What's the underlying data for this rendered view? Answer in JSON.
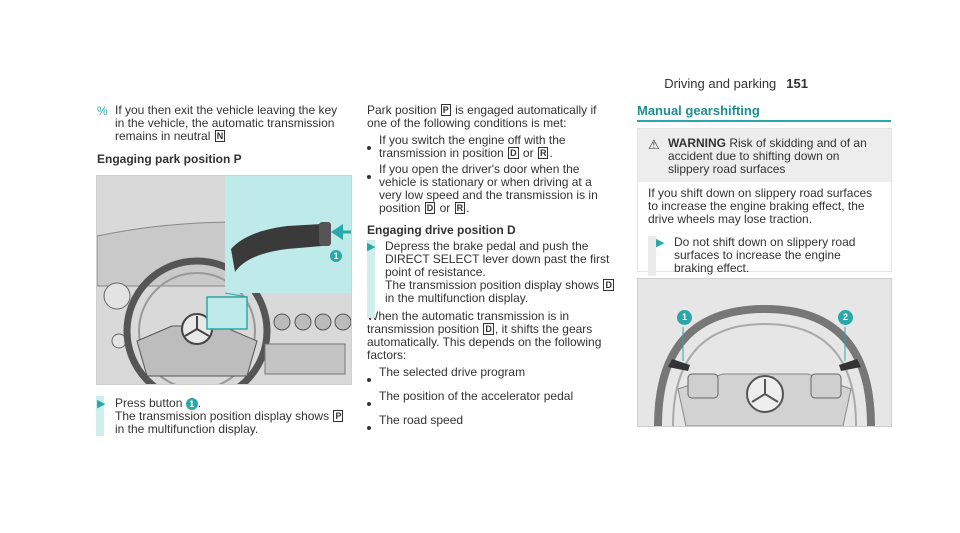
{
  "header": {
    "section": "Driving and parking",
    "page": "151"
  },
  "col1": {
    "note_symbol": "%",
    "note_text": "If you then exit the vehicle leaving the key in the vehicle, the automatic transmission remains in neutral",
    "note_gear": "N",
    "heading": "Engaging park position P",
    "figure": {
      "callout": "1"
    },
    "step_text": "Press button",
    "step_callout": "1",
    "step_text2": ".",
    "step_result": "The transmission position display shows",
    "step_gear": "P",
    "step_result2": "in the multifunction display."
  },
  "col2": {
    "intro1": "Park position",
    "intro_gear": "P",
    "intro2": "is engaged automatically if one of the following conditions is met:",
    "bullets1": [
      {
        "a": "If you switch the engine off with the transmission in position",
        "g1": "D",
        "mid": "or",
        "g2": "R",
        "end": "."
      },
      {
        "a": "If you open the driver's door when the vehicle is stationary or when driving at a very low speed and the transmission is in position",
        "g1": "D",
        "mid": "or",
        "g2": "R",
        "end": "."
      }
    ],
    "heading": "Engaging drive position D",
    "step_text": "Depress the brake pedal and push the DIRECT SELECT lever down past the first point of resistance.",
    "step_result": "The transmission position display shows",
    "step_gear": "D",
    "step_result2": "in the multifunction display.",
    "para1": "When the automatic transmission is in transmission position",
    "para_gear": "D",
    "para2": ", it shifts the gears automatically. This depends on the following factors:",
    "bullets2": [
      "The selected drive program",
      "The position of the accelerator pedal",
      "The road speed"
    ]
  },
  "col3": {
    "title": "Manual gearshifting",
    "warning_symbol": "⚠",
    "warning_label": "WARNING",
    "warning_text": "Risk of skidding and of an accident due to shifting down on slippery road surfaces",
    "warning_body": "If you shift down on slippery road surfaces to increase the engine braking effect, the drive wheels may lose traction.",
    "warning_step": "Do not shift down on slippery road surfaces to increase the engine braking effect.",
    "figure": {
      "callout1": "1",
      "callout2": "2"
    }
  },
  "colors": {
    "accent": "#2aa7a8",
    "highlight": "#bfeaea"
  }
}
